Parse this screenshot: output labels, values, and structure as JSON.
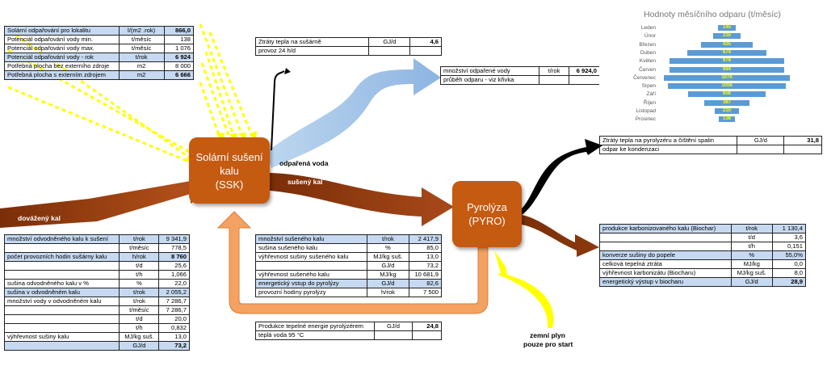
{
  "boxes": {
    "ssk": {
      "line1": "Solární sušení",
      "line2": "kalu",
      "line3": "(SSK)"
    },
    "pyro": {
      "line1": "Pyrolýza",
      "line2": "(PYRO)"
    }
  },
  "labels": {
    "input_sludge": "dovážený kal",
    "evap_water": "odpařená voda",
    "dried_sludge": "sušený kal",
    "gas_line1": "zemní plyn",
    "gas_line2": "pouze pro start"
  },
  "tables": {
    "solar": [
      [
        "Solární odpařování pro lokalitu",
        "l/(m2 .rok)",
        "866,0"
      ],
      [
        "Potenciál odpařování vody min.",
        "t/měsíc",
        "138"
      ],
      [
        "Potenciál odpařování vody max.",
        "t/měsíc",
        "1 076"
      ],
      [
        "Potenciál odpařování vody - rok",
        "t/rok",
        "6 924"
      ],
      [
        "Potřebná plocha bez externího zdroje",
        "m2",
        "8 000"
      ],
      [
        "Potřebná plocha s externím zdrojem",
        "m2",
        "6 666"
      ]
    ],
    "dryer_loss": [
      [
        "Ztráty tepla na sušárně",
        "GJ/d",
        "4,6"
      ],
      [
        "provoz 24 h/d",
        "",
        ""
      ]
    ],
    "evap": [
      [
        "množství odpařené vody",
        "t/rok",
        "6 924,0"
      ],
      [
        "průběh odparu - viz křivka",
        "",
        ""
      ]
    ],
    "pyro_loss": [
      [
        "Ztráty tepla na pyrolyzéru a čištění spalin",
        "GJ/d",
        "31,8"
      ],
      [
        "odpar ke kondenzaci",
        "",
        ""
      ]
    ],
    "input": [
      [
        "množství odvodněného kalu k sušení",
        "t/rok",
        "9 341,9"
      ],
      [
        "",
        "t/měsíc",
        "778,5"
      ],
      [
        "počet provozních hodin sušárny kalu",
        "h/rok",
        "8 760"
      ],
      [
        "",
        "t/d",
        "25,6"
      ],
      [
        "",
        "t/h",
        "1,066"
      ],
      [
        "sušina odvodněného kalu v %",
        "%",
        "22,0"
      ],
      [
        "sušina v odvodněném kalu",
        "t/rok",
        "2 055,2"
      ],
      [
        "množství vody v odvodněném kalu",
        "t/rok",
        "7 286,7"
      ],
      [
        "",
        "t/měsíc",
        "7 286,7"
      ],
      [
        "",
        "t/d",
        "20,0"
      ],
      [
        "",
        "t/h",
        "0,832"
      ],
      [
        "výhřevnost sušiny kalu",
        "MJ/kg suš.",
        "13,0"
      ],
      [
        "",
        "GJ/d",
        "73,2"
      ]
    ],
    "dried": [
      [
        "množství sušeného kalu",
        "t/rok",
        "2 417,9"
      ],
      [
        "sušina sušeného kalu",
        "%",
        "85,0"
      ],
      [
        "výhřevnost sušiny sušeného kalu",
        "MJ/kg suš.",
        "13,0"
      ],
      [
        "",
        "GJ/d",
        "73,2"
      ],
      [
        "výhřevnost sušeného kalu",
        "MJ/kg",
        "10 681,9"
      ],
      [
        "energetický vstup do pyrolýzy",
        "GJ/d",
        "82,6"
      ],
      [
        "provozní hodiny pyrolýzy",
        "h/rok",
        "7 500"
      ]
    ],
    "heat": [
      [
        "Produkce tepelné energie pyrolýzérem",
        "GJ/d",
        "24,8"
      ],
      [
        "teplá voda 95 °C",
        "",
        ""
      ]
    ],
    "biochar": [
      [
        "produkce karbonizovaného kalu (Biochar)",
        "t/rok",
        "1 130,4"
      ],
      [
        "",
        "t/d",
        "3,6"
      ],
      [
        "",
        "t/h",
        "0,151"
      ],
      [
        "konverze sušiny do popele",
        "%",
        "55,0%"
      ],
      [
        "celková tepelná ztráta",
        "MJ/kg",
        "0,0"
      ],
      [
        "výhřevnost karbonizátu (Biocharu)",
        "MJ/kg suš.",
        "8,0"
      ],
      [
        "energetický výstup v biocharu",
        "GJ/d",
        "28,9"
      ]
    ]
  },
  "chart_data": {
    "type": "bar",
    "title": "Hodnoty měsíčního odparu (t/měsíc)",
    "categories": [
      "Leden",
      "Únor",
      "Březen",
      "Duben",
      "Květen",
      "Červen",
      "Červenec",
      "Srpen",
      "Září",
      "Říjen",
      "Listopad",
      "Prosinec"
    ],
    "values": [
      145,
      235,
      435,
      674,
      976,
      984,
      1076,
      1008,
      656,
      387,
      210,
      138
    ],
    "orientation": "horizontal-centered",
    "color": "#5b9bd5",
    "value_label_color": "#ffff00"
  },
  "colors": {
    "box": "#c55a11",
    "sludge_arrow": "#8b3a0e",
    "water_arrow": "#9dc3e6",
    "heat_arrow": "#f4a261",
    "sun_arrow": "#ffff00",
    "loss_arrow": "#000000"
  }
}
